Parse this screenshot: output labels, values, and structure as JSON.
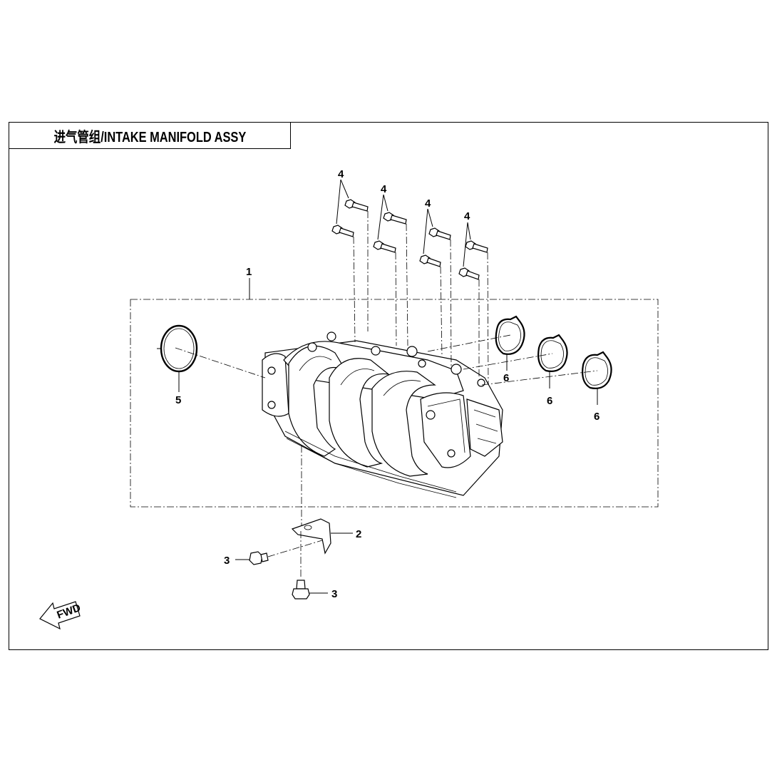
{
  "title": "进气管组/INTAKE MANIFOLD ASSY",
  "callouts": {
    "c1": "1",
    "c2": "2",
    "c3a": "3",
    "c3b": "3",
    "c4a": "4",
    "c4b": "4",
    "c4c": "4",
    "c4d": "4",
    "c5": "5",
    "c6a": "6",
    "c6b": "6",
    "c6c": "6"
  },
  "fwd_label": "FWD"
}
